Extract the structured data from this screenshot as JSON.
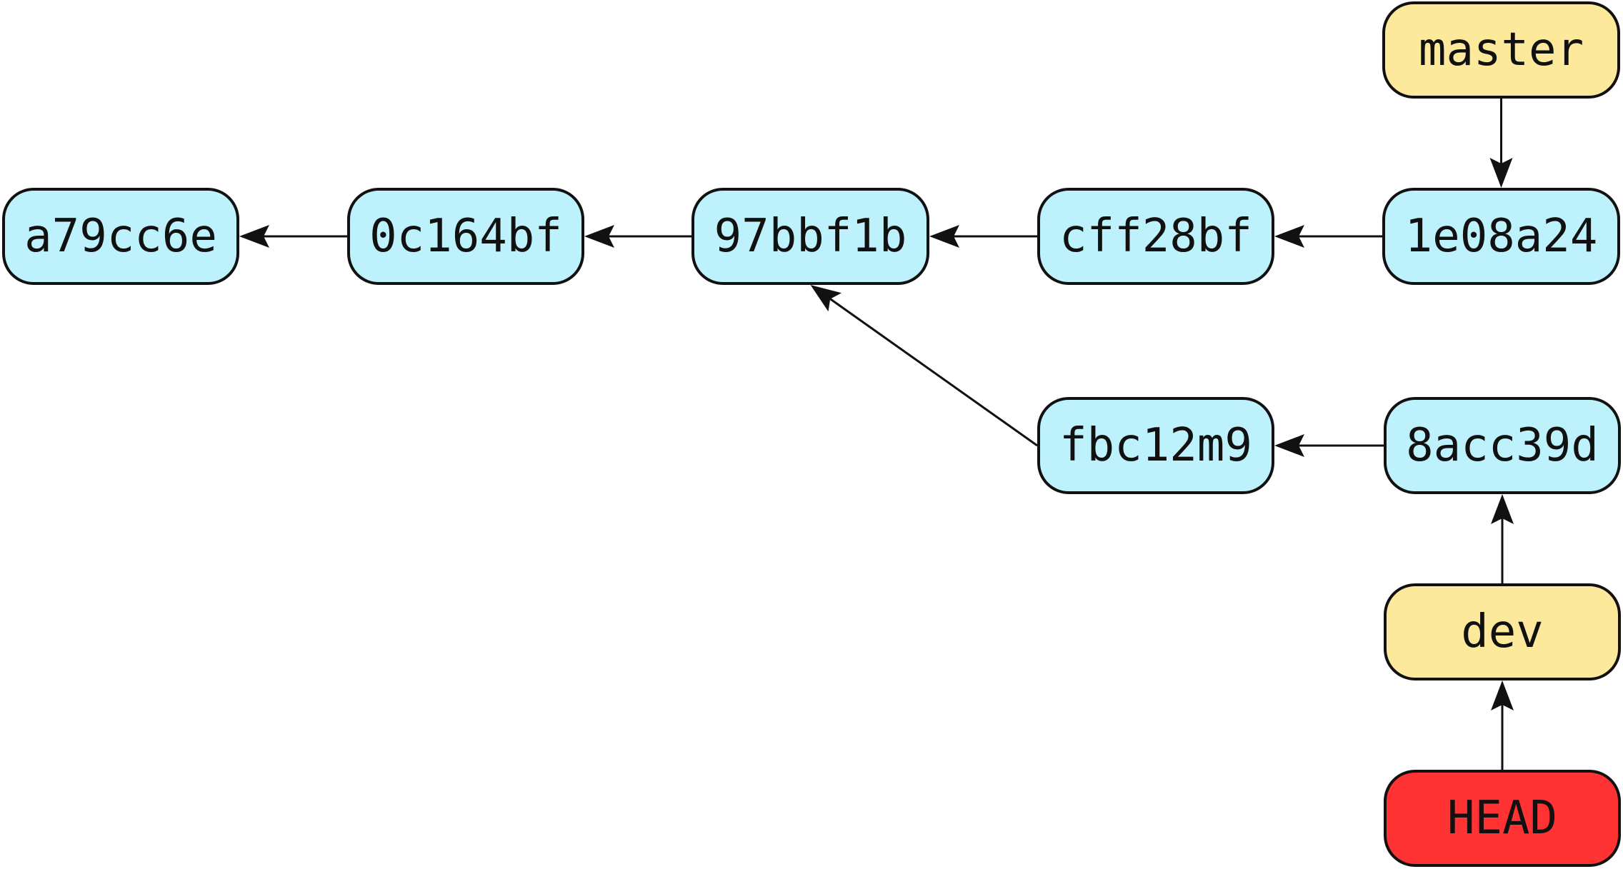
{
  "colors": {
    "commit": "#bdf1fb",
    "branch": "#fde99c",
    "head": "#ff3333",
    "stroke": "#111111"
  },
  "nodes": {
    "a79cc6e": "a79cc6e",
    "0c164bf": "0c164bf",
    "97bbf1b": "97bbf1b",
    "cff28bf": "cff28bf",
    "1e08a24": "1e08a24",
    "fbc12m9": "fbc12m9",
    "8acc39d": "8acc39d",
    "master": "master",
    "dev": "dev",
    "HEAD": "HEAD"
  },
  "edges": [
    {
      "from": "0c164bf",
      "to": "a79cc6e"
    },
    {
      "from": "97bbf1b",
      "to": "0c164bf"
    },
    {
      "from": "cff28bf",
      "to": "97bbf1b"
    },
    {
      "from": "1e08a24",
      "to": "cff28bf"
    },
    {
      "from": "master",
      "to": "1e08a24"
    },
    {
      "from": "fbc12m9",
      "to": "97bbf1b"
    },
    {
      "from": "8acc39d",
      "to": "fbc12m9"
    },
    {
      "from": "dev",
      "to": "8acc39d"
    },
    {
      "from": "HEAD",
      "to": "dev"
    }
  ]
}
